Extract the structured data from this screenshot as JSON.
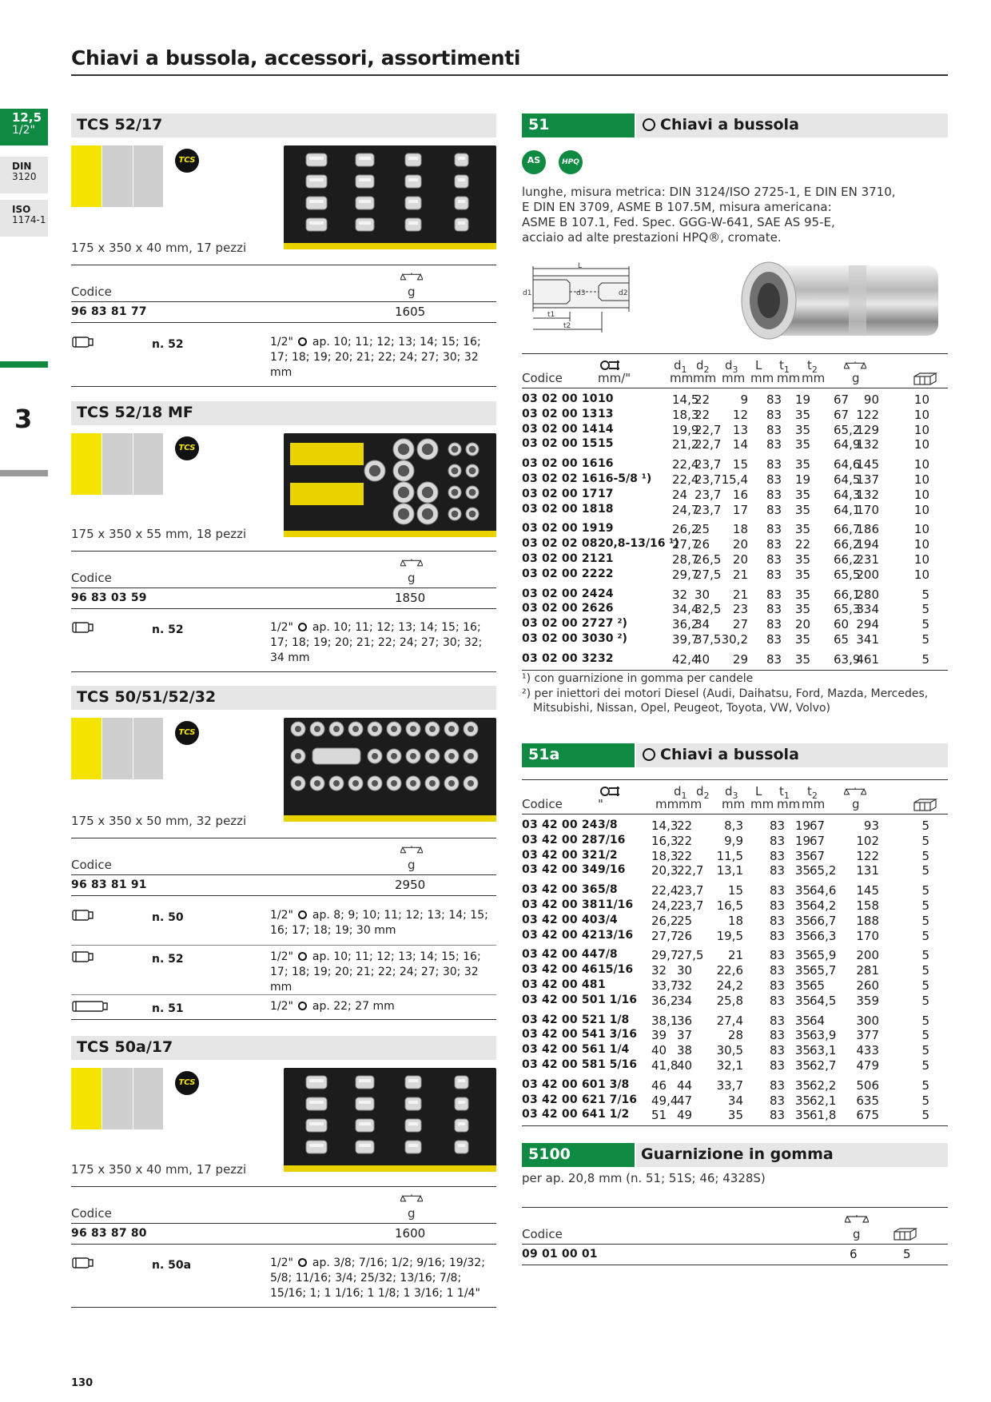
{
  "page": {
    "title": "Chiavi a bussola, accessori, assortimenti",
    "number": "130",
    "chapter": "3"
  },
  "side_tabs": {
    "size_big": "12,5",
    "size_small": "1/2\"",
    "din_label": "DIN",
    "din_value": "3120",
    "iso_label": "ISO",
    "iso_value": "1174-1"
  },
  "colors": {
    "green": "#0e8a43",
    "yellow": "#f5e400",
    "gray": "#e6e6e6"
  },
  "common": {
    "codice": "Codice",
    "g": "g",
    "tcs": "TCS"
  },
  "sets": [
    {
      "name": "TCS 52/17",
      "dims": "175 x 350 x 40 mm, 17 pezzi",
      "code": "96 83 81 77",
      "weight": "1605",
      "components": [
        {
          "icon": "socket-icon",
          "n": "n. 52",
          "size": "1/2\"",
          "desc": "ap. 10; 11; 12; 13; 14; 15; 16; 17; 18; 19; 20; 21; 22; 24; 27; 30; 32 mm"
        }
      ]
    },
    {
      "name": "TCS 52/18 MF",
      "dims": "175 x 350 x 55 mm, 18 pezzi",
      "code": "96 83 03 59",
      "weight": "1850",
      "components": [
        {
          "icon": "socket-icon",
          "n": "n. 52",
          "size": "1/2\"",
          "desc": "ap. 10; 11; 12; 13; 14; 15; 16; 17; 18; 19; 20; 21; 22; 24; 27; 30; 32; 34 mm"
        }
      ]
    },
    {
      "name": "TCS 50/51/52/32",
      "dims": "175 x 350 x 50 mm, 32 pezzi",
      "code": "96 83 81 91",
      "weight": "2950",
      "components": [
        {
          "icon": "socket-icon",
          "n": "n. 50",
          "size": "1/2\"",
          "desc": "ap. 8; 9; 10; 11; 12; 13; 14; 15; 16; 17; 18; 19; 30 mm"
        },
        {
          "icon": "socket-icon",
          "n": "n. 52",
          "size": "1/2\"",
          "desc": "ap. 10; 11; 12; 13; 14; 15; 16; 17; 18; 19; 20; 21; 22; 24; 27; 30; 32 mm"
        },
        {
          "icon": "long-socket-icon",
          "n": "n. 51",
          "size": "1/2\"",
          "desc": "ap. 22; 27 mm"
        }
      ]
    },
    {
      "name": "TCS 50a/17",
      "dims": "175 x 350 x 40 mm, 17 pezzi",
      "code": "96 83 87 80",
      "weight": "1600",
      "components": [
        {
          "icon": "socket-icon",
          "n": "n. 50a",
          "size": "1/2\"",
          "desc": "ap. 3/8; 7/16; 1/2; 9/16; 19/32; 5/8; 11/16; 3/4; 25/32; 13/16; 7/8; 15/16; 1; 1 1/16; 1 1/8; 1 3/16; 1 1/4\""
        }
      ]
    }
  ],
  "sec51": {
    "num": "51",
    "title": "Chiavi a bussola",
    "badges": [
      "AS",
      "HPQ"
    ],
    "desc_lines": [
      "lunghe, misura metrica: DIN 3124/ISO 2725-1, E DIN EN 3710,",
      "E DIN EN 3709, ASME B 107.5M, misura americana:",
      "ASME B 107.1, Fed. Spec. GGG-W-641, SAE AS 95-E,",
      "acciaio ad alte prestazioni HPQ®, cromate."
    ],
    "diagram_labels": {
      "L": "L",
      "d1": "d1",
      "d2": "d2",
      "d3": "d3",
      "t1": "t1",
      "t2": "t2"
    },
    "headers": {
      "codice": "Codice",
      "unit": "mm/\"",
      "d1": "d",
      "d2": "d",
      "d3": "d",
      "L": "L",
      "t1": "t",
      "t2": "t",
      "mm": "mm",
      "g": "g"
    },
    "groups": [
      [
        [
          "03 02 00 10",
          "10",
          "14,5",
          "22",
          "9",
          "83",
          "19",
          "67",
          "90",
          "10"
        ],
        [
          "03 02 00 13",
          "13",
          "18,3",
          "22",
          "12",
          "83",
          "35",
          "67",
          "122",
          "10"
        ],
        [
          "03 02 00 14",
          "14",
          "19,9",
          "22,7",
          "13",
          "83",
          "35",
          "65,2",
          "129",
          "10"
        ],
        [
          "03 02 00 15",
          "15",
          "21,2",
          "22,7",
          "14",
          "83",
          "35",
          "64,9",
          "132",
          "10"
        ]
      ],
      [
        [
          "03 02 00 16",
          "16",
          "22,4",
          "23,7",
          "15",
          "83",
          "35",
          "64,6",
          "145",
          "10"
        ],
        [
          "03 02 02 16",
          "16-5/8 ¹)",
          "22,4",
          "23,7",
          "15,4",
          "83",
          "19",
          "64,5",
          "137",
          "10"
        ],
        [
          "03 02 00 17",
          "17",
          "24",
          "23,7",
          "16",
          "83",
          "35",
          "64,3",
          "132",
          "10"
        ],
        [
          "03 02 00 18",
          "18",
          "24,7",
          "23,7",
          "17",
          "83",
          "35",
          "64,1",
          "170",
          "10"
        ]
      ],
      [
        [
          "03 02 00 19",
          "19",
          "26,2",
          "25",
          "18",
          "83",
          "35",
          "66,7",
          "186",
          "10"
        ],
        [
          "03 02 02 08",
          "20,8-13/16 ¹)",
          "27,7",
          "26",
          "20",
          "83",
          "22",
          "66,2",
          "194",
          "10"
        ],
        [
          "03 02 00 21",
          "21",
          "28,7",
          "26,5",
          "20",
          "83",
          "35",
          "66,2",
          "231",
          "10"
        ],
        [
          "03 02 00 22",
          "22",
          "29,7",
          "27,5",
          "21",
          "83",
          "35",
          "65,5",
          "200",
          "10"
        ]
      ],
      [
        [
          "03 02 00 24",
          "24",
          "32",
          "30",
          "21",
          "83",
          "35",
          "66,1",
          "280",
          "5"
        ],
        [
          "03 02 00 26",
          "26",
          "34,4",
          "32,5",
          "23",
          "83",
          "35",
          "65,3",
          "334",
          "5"
        ],
        [
          "03 02 00 27",
          "27 ²)",
          "36,2",
          "34",
          "27",
          "83",
          "20",
          "60",
          "294",
          "5"
        ],
        [
          "03 02 00 30",
          "30 ²)",
          "39,7",
          "37,5",
          "30,2",
          "83",
          "35",
          "65",
          "341",
          "5"
        ]
      ],
      [
        [
          "03 02 00 32",
          "32",
          "42,4",
          "40",
          "29",
          "83",
          "35",
          "63,9",
          "461",
          "5"
        ]
      ]
    ],
    "footnote1": "¹) con guarnizione in gomma per candele",
    "footnote2a": "²) per iniettori dei motori Diesel (Audi, Daihatsu, Ford, Mazda, Mercedes,",
    "footnote2b": "Mitsubishi, Nissan, Opel, Peugeot, Toyota, VW, Volvo)"
  },
  "sec51a": {
    "num": "51a",
    "title": "Chiavi a bussola",
    "headers": {
      "codice": "Codice",
      "unit": "\"",
      "d1": "d",
      "d2": "d",
      "d3": "d",
      "L": "L",
      "t1": "t",
      "t2": "t",
      "mm": "mm",
      "g": "g"
    },
    "groups": [
      [
        [
          "03 42 00 24",
          "3/8",
          "14,3",
          "22",
          "8,3",
          "83",
          "19",
          "67",
          "93",
          "5"
        ],
        [
          "03 42 00 28",
          "7/16",
          "16,3",
          "22",
          "9,9",
          "83",
          "19",
          "67",
          "102",
          "5"
        ],
        [
          "03 42 00 32",
          "1/2",
          "18,3",
          "22",
          "11,5",
          "83",
          "35",
          "67",
          "122",
          "5"
        ],
        [
          "03 42 00 34",
          "9/16",
          "20,3",
          "22,7",
          "13,1",
          "83",
          "35",
          "65,2",
          "131",
          "5"
        ]
      ],
      [
        [
          "03 42 00 36",
          "5/8",
          "22,4",
          "23,7",
          "15",
          "83",
          "35",
          "64,6",
          "145",
          "5"
        ],
        [
          "03 42 00 38",
          "11/16",
          "24,2",
          "23,7",
          "16,5",
          "83",
          "35",
          "64,2",
          "158",
          "5"
        ],
        [
          "03 42 00 40",
          "3/4",
          "26,2",
          "25",
          "18",
          "83",
          "35",
          "66,7",
          "188",
          "5"
        ],
        [
          "03 42 00 42",
          "13/16",
          "27,7",
          "26",
          "19,5",
          "83",
          "35",
          "66,3",
          "170",
          "5"
        ]
      ],
      [
        [
          "03 42 00 44",
          "7/8",
          "29,7",
          "27,5",
          "21",
          "83",
          "35",
          "65,9",
          "200",
          "5"
        ],
        [
          "03 42 00 46",
          "15/16",
          "32",
          "30",
          "22,6",
          "83",
          "35",
          "65,7",
          "281",
          "5"
        ],
        [
          "03 42 00 48",
          "1",
          "33,7",
          "32",
          "24,2",
          "83",
          "35",
          "65",
          "260",
          "5"
        ],
        [
          "03 42 00 50",
          "1 1/16",
          "36,2",
          "34",
          "25,8",
          "83",
          "35",
          "64,5",
          "359",
          "5"
        ]
      ],
      [
        [
          "03 42 00 52",
          "1 1/8",
          "38,1",
          "36",
          "27,4",
          "83",
          "35",
          "64",
          "300",
          "5"
        ],
        [
          "03 42 00 54",
          "1 3/16",
          "39",
          "37",
          "28",
          "83",
          "35",
          "63,9",
          "377",
          "5"
        ],
        [
          "03 42 00 56",
          "1 1/4",
          "40",
          "38",
          "30,5",
          "83",
          "35",
          "63,1",
          "433",
          "5"
        ],
        [
          "03 42 00 58",
          "1 5/16",
          "41,8",
          "40",
          "32,1",
          "83",
          "35",
          "62,7",
          "479",
          "5"
        ]
      ],
      [
        [
          "03 42 00 60",
          "1 3/8",
          "46",
          "44",
          "33,7",
          "83",
          "35",
          "62,2",
          "506",
          "5"
        ],
        [
          "03 42 00 62",
          "1 7/16",
          "49,4",
          "47",
          "34",
          "83",
          "35",
          "62,1",
          "635",
          "5"
        ],
        [
          "03 42 00 64",
          "1 1/2",
          "51",
          "49",
          "35",
          "83",
          "35",
          "61,8",
          "675",
          "5"
        ]
      ]
    ]
  },
  "sec5100": {
    "num": "5100",
    "title": "Guarnizione in gomma",
    "desc": "per ap. 20,8 mm (n. 51; 51S; 46; 4328S)",
    "codice": "Codice",
    "g": "g",
    "code": "09 01 00 01",
    "weight": "6",
    "pack": "5"
  }
}
